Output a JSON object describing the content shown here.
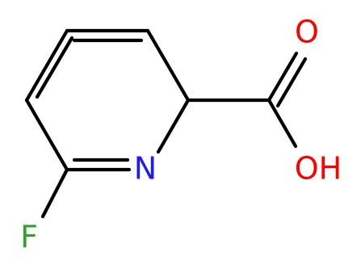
{
  "molecule": {
    "atoms": {
      "nitrogen": {
        "label": "N",
        "color": "#1a1aff"
      },
      "fluorine": {
        "label": "F",
        "color": "#33a02c"
      },
      "carbonyl_oxygen": {
        "label": "O",
        "color": "#ff0000"
      },
      "hydroxyl": {
        "label": "OH",
        "color": "#ff0000"
      }
    },
    "bond_color": "#000000"
  }
}
